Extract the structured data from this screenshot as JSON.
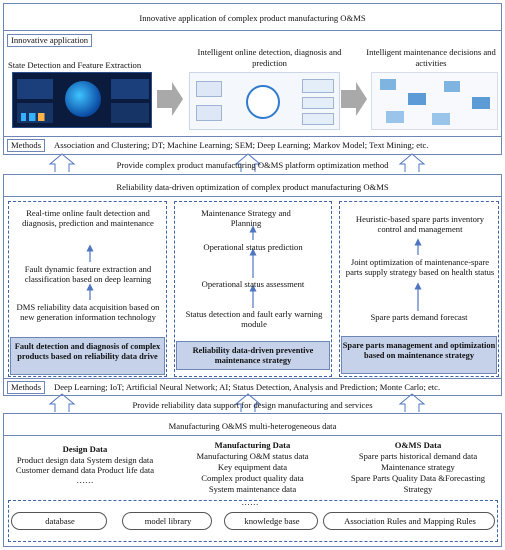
{
  "top": {
    "title": "Innovative application of complex product manufacturing O&MS",
    "tab": "Innovative application",
    "stages": [
      "State Detection and Feature Extraction",
      "Intelligent online detection, diagnosis and prediction",
      "Intelligent maintenance decisions and activities"
    ],
    "methods_label": "Methods",
    "methods_text": "Association and Clustering;  DT;  Machine Learning; SEM; Deep Learning; Markov Model; Text Mining;   etc."
  },
  "link_top": "Provide complex product manufacturing O&MS platform optimization method",
  "middle": {
    "title": "Reliability data-driven optimization of complex product manufacturing O&MS",
    "col1": {
      "steps": [
        "Real-time online fault detection and diagnosis, prediction and maintenance",
        "Fault dynamic feature extraction and classification based on deep learning",
        "DMS reliability data acquisition based on new generation information technology"
      ],
      "footer": "Fault detection and diagnosis of complex products based on reliability data drive"
    },
    "col2": {
      "steps": [
        "Maintenance Strategy and Planning",
        "Operational status prediction",
        "Operational status assessment",
        "Status detection and fault early warning module"
      ],
      "footer": "Reliability data-driven preventive maintenance strategy"
    },
    "col3": {
      "steps": [
        "Heuristic-based spare parts inventory control and management",
        "Joint optimization of maintenance-spare parts supply strategy based on health status",
        "Spare parts demand forecast"
      ],
      "footer": "Spare parts management and optimization based on maintenance strategy"
    },
    "methods_label": "Methods",
    "methods_text": "Deep Learning; IoT;  Artificial Neural Network; AI;  Status Detection, Analysis and Prediction;  Monte Carlo; etc."
  },
  "link_bottom": "Provide reliability data support for design manufacturing and services",
  "bottom": {
    "title": "Manufacturing O&MS multi-heterogeneous data",
    "design": {
      "head": "Design Data",
      "lines": [
        "Product design data  System design data",
        "Customer demand data  Product life data",
        "……"
      ]
    },
    "manufacturing": {
      "head": "Manufacturing Data",
      "lines": [
        "Manufacturing O&M status data",
        "Key equipment data",
        "Complex product quality data",
        "System maintenance data"
      ]
    },
    "oms": {
      "head": "O&MS Data",
      "lines": [
        "Spare parts historical demand data",
        "Maintenance strategy",
        "Spare Parts Quality Data  &Forecasting",
        "Strategy"
      ]
    },
    "stores": [
      "database",
      "model library",
      "knowledge base",
      "Association Rules and Mapping Rules"
    ],
    "dots": "……"
  }
}
